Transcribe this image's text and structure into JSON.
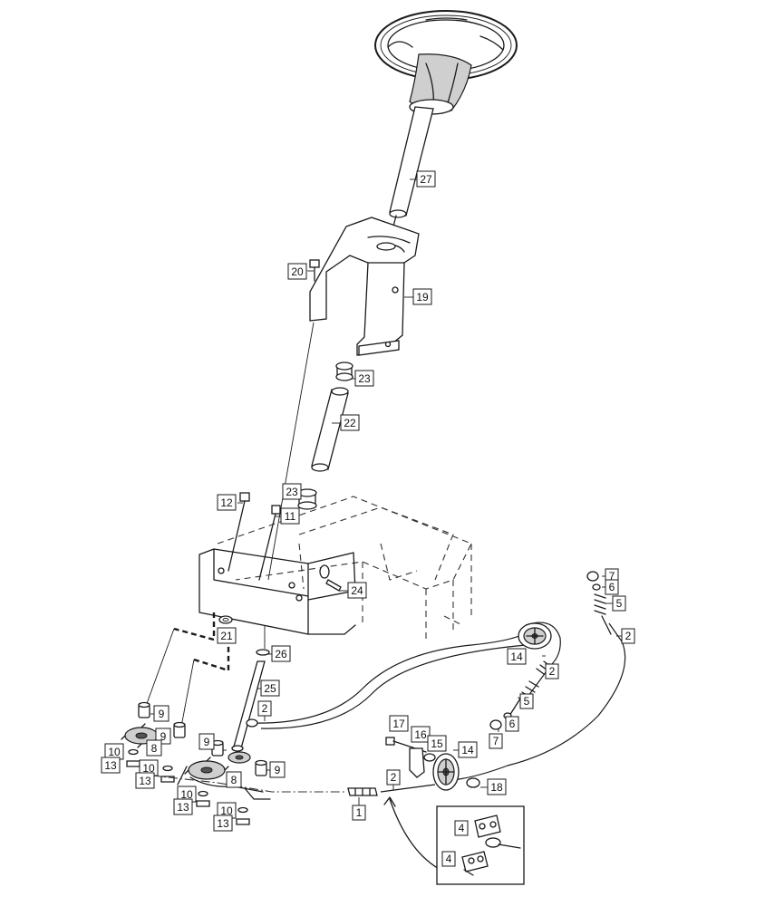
{
  "callouts": {
    "c27": "27",
    "c20": "20",
    "c19": "19",
    "c23a": "23",
    "c22": "22",
    "c23b": "23",
    "c12": "12",
    "c11": "11",
    "c24": "24",
    "c21": "21",
    "c26": "26",
    "c25": "25",
    "c9a": "9",
    "c9b": "9",
    "c9c": "9",
    "c9d": "9",
    "c8a": "8",
    "c8b": "8",
    "c10a": "10",
    "c13a": "13",
    "c10b": "10",
    "c13b": "13",
    "c10c": "10",
    "c13c": "13",
    "c10d": "10",
    "c13d": "13",
    "c2a": "2",
    "c2b": "2",
    "c2c": "2",
    "c2d": "2",
    "c1": "1",
    "c17": "17",
    "c16": "16",
    "c15": "15",
    "c14a": "14",
    "c14b": "14",
    "c18": "18",
    "c7a": "7",
    "c6a": "6",
    "c5a": "5",
    "c5b": "5",
    "c6b": "6",
    "c7b": "7",
    "c4a": "4",
    "c4b": "4"
  }
}
